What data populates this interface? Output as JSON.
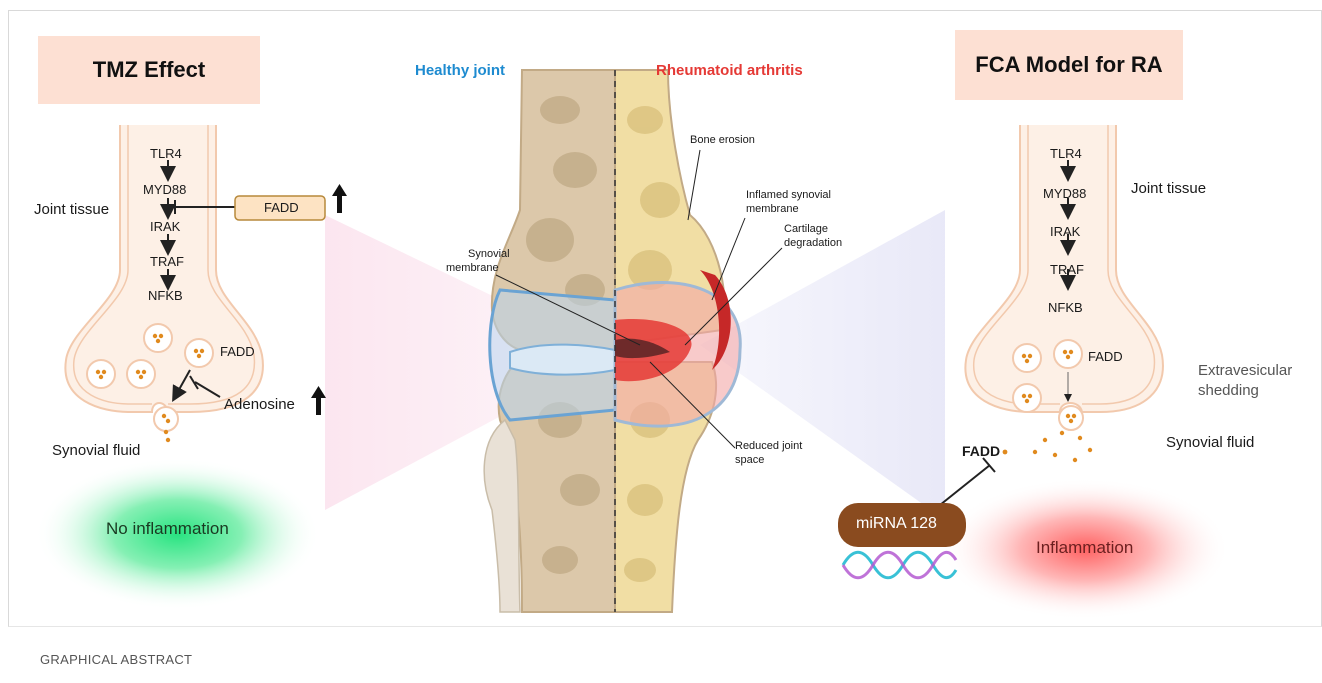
{
  "left_panel": {
    "title": "TMZ Effect",
    "pathway": [
      "TLR4",
      "MYD88",
      "IRAK",
      "TRAF",
      "NFKB"
    ],
    "inhibitor": "FADD",
    "tissue_label": "Joint tissue",
    "vesicle_label": "FADD",
    "adenosine_label": "Adenosine",
    "fluid_label": "Synovial fluid",
    "outcome_label": "No inflammation",
    "outcome_color": "#2fe07a"
  },
  "center_panel": {
    "healthy_label": "Healthy joint",
    "healthy_color": "#1e8bd0",
    "ra_label": "Rheumatoid arthritis",
    "ra_color": "#e53935",
    "annotations": {
      "bone_erosion": "Bone erosion",
      "inflamed_1": "Inflamed synovial",
      "inflamed_2": "membrane",
      "cartilage_1": "Cartilage",
      "cartilage_2": "degradation",
      "synovial_1": "Synovial",
      "synovial_2": "membrane",
      "reduced_1": "Reduced joint",
      "reduced_2": "space"
    }
  },
  "right_panel": {
    "title": "FCA Model for RA",
    "pathway": [
      "TLR4",
      "MYD88",
      "IRAK",
      "TRAF",
      "NFKB"
    ],
    "tissue_label": "Joint tissue",
    "vesicle_label": "FADD",
    "shedding_1": "Extravesicular",
    "shedding_2": "shedding",
    "fluid_label": "Synovial fluid",
    "released_label": "FADD",
    "mirna_label": "miRNA 128",
    "outcome_label": "Inflammation",
    "outcome_color": "#ff6b6b"
  },
  "caption": "GRAPHICAL ABSTRACT"
}
